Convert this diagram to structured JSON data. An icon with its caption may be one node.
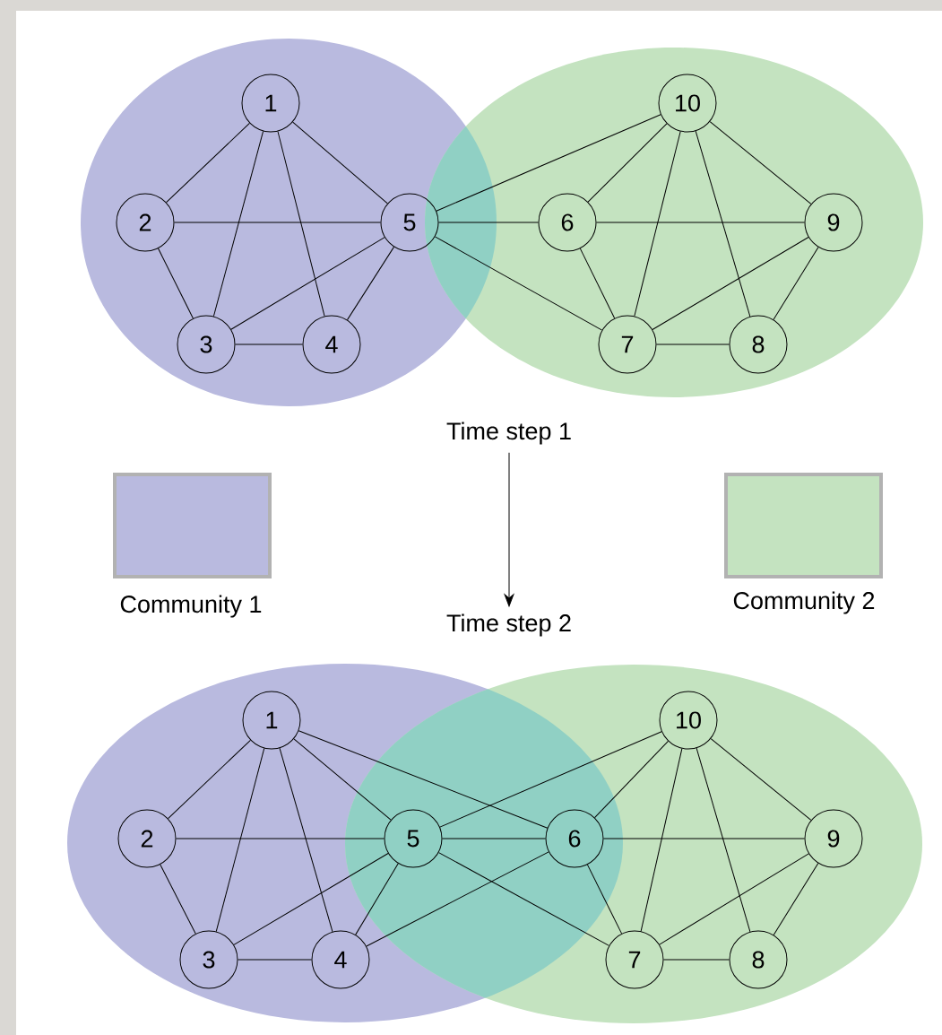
{
  "diagram": {
    "nodes": [
      {
        "text": [
          "1"
        ]
      },
      {
        "text": [
          "2"
        ]
      },
      {
        "text": [
          "3"
        ]
      },
      {
        "text": [
          "4"
        ]
      },
      {
        "text": [
          "5"
        ]
      },
      {
        "text": [
          "6"
        ]
      },
      {
        "text": [
          "7"
        ]
      },
      {
        "text": [
          "8"
        ]
      },
      {
        "text": [
          "9"
        ]
      },
      {
        "text": [
          "10"
        ]
      },
      {
        "text": [
          "Time step 1"
        ]
      },
      {
        "text": [
          "Time step 2"
        ]
      },
      {
        "text": [
          "1"
        ]
      },
      {
        "text": [
          "2"
        ]
      },
      {
        "text": [
          "3"
        ]
      },
      {
        "text": [
          "4"
        ]
      },
      {
        "text": [
          "5"
        ]
      },
      {
        "text": [
          "6"
        ]
      },
      {
        "text": [
          "7"
        ]
      },
      {
        "text": [
          "8"
        ]
      },
      {
        "text": [
          "9"
        ]
      },
      {
        "text": [
          "10"
        ]
      }
    ],
    "edges": [
      {
        "from": 0,
        "to": 1,
        "arrow": "none"
      },
      {
        "from": 0,
        "to": 2,
        "arrow": "none"
      },
      {
        "from": 0,
        "to": 3,
        "arrow": "none"
      },
      {
        "from": 0,
        "to": 4,
        "arrow": "none"
      },
      {
        "from": 1,
        "to": 2,
        "arrow": "none"
      },
      {
        "from": 1,
        "to": 4,
        "arrow": "none"
      },
      {
        "from": 2,
        "to": 3,
        "arrow": "none"
      },
      {
        "from": 2,
        "to": 4,
        "arrow": "none"
      },
      {
        "from": 3,
        "to": 4,
        "arrow": "none"
      },
      {
        "from": 4,
        "to": 9,
        "arrow": "none"
      },
      {
        "from": 4,
        "to": 5,
        "arrow": "none"
      },
      {
        "from": 4,
        "to": 6,
        "arrow": "none"
      },
      {
        "from": 5,
        "to": 9,
        "arrow": "none"
      },
      {
        "from": 5,
        "to": 8,
        "arrow": "none"
      },
      {
        "from": 5,
        "to": 6,
        "arrow": "none"
      },
      {
        "from": 9,
        "to": 6,
        "arrow": "none"
      },
      {
        "from": 9,
        "to": 7,
        "arrow": "none"
      },
      {
        "from": 9,
        "to": 8,
        "arrow": "none"
      },
      {
        "from": 8,
        "to": 6,
        "arrow": "none"
      },
      {
        "from": 8,
        "to": 7,
        "arrow": "none"
      },
      {
        "from": 6,
        "to": 7,
        "arrow": "none"
      },
      {
        "from": 10,
        "to": 11,
        "arrow": "to"
      },
      {
        "from": 12,
        "to": 13,
        "arrow": "none"
      },
      {
        "from": 12,
        "to": 14,
        "arrow": "none"
      },
      {
        "from": 12,
        "to": 15,
        "arrow": "none"
      },
      {
        "from": 12,
        "to": 16,
        "arrow": "none"
      },
      {
        "from": 12,
        "to": 17,
        "arrow": "none"
      },
      {
        "from": 13,
        "to": 14,
        "arrow": "none"
      },
      {
        "from": 13,
        "to": 16,
        "arrow": "none"
      },
      {
        "from": 14,
        "to": 15,
        "arrow": "none"
      },
      {
        "from": 14,
        "to": 16,
        "arrow": "none"
      },
      {
        "from": 15,
        "to": 16,
        "arrow": "none"
      },
      {
        "from": 15,
        "to": 17,
        "arrow": "none"
      },
      {
        "from": 16,
        "to": 17,
        "arrow": "none"
      },
      {
        "from": 16,
        "to": 21,
        "arrow": "none"
      },
      {
        "from": 16,
        "to": 18,
        "arrow": "none"
      },
      {
        "from": 17,
        "to": 21,
        "arrow": "none"
      },
      {
        "from": 17,
        "to": 20,
        "arrow": "none"
      },
      {
        "from": 17,
        "to": 18,
        "arrow": "none"
      },
      {
        "from": 21,
        "to": 18,
        "arrow": "none"
      },
      {
        "from": 21,
        "to": 19,
        "arrow": "none"
      },
      {
        "from": 21,
        "to": 20,
        "arrow": "none"
      },
      {
        "from": 20,
        "to": 18,
        "arrow": "none"
      },
      {
        "from": 20,
        "to": 19,
        "arrow": "none"
      },
      {
        "from": 18,
        "to": 19,
        "arrow": "none"
      }
    ],
    "legend": [
      {
        "text": "Community 1",
        "color": "#b9badf"
      },
      {
        "text": "Community 2",
        "color": "#c4e3c0"
      }
    ]
  }
}
